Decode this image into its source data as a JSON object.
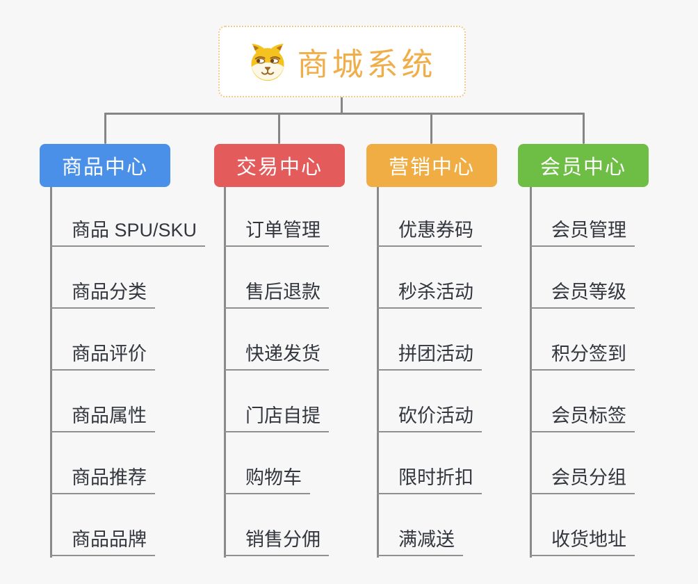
{
  "page": {
    "background_color": "#f7f7f7",
    "connector_color": "#858585"
  },
  "root": {
    "title": "商城系统",
    "icon": "dog-face-icon",
    "text_color": "#f0ae4a",
    "border_color": "#f4c98c"
  },
  "branches": [
    {
      "label": "商品中心",
      "color": "#4b90e8",
      "items": [
        "商品 SPU/SKU",
        "商品分类",
        "商品评价",
        "商品属性",
        "商品推荐",
        "商品品牌"
      ]
    },
    {
      "label": "交易中心",
      "color": "#e45b5b",
      "items": [
        "订单管理",
        "售后退款",
        "快递发货",
        "门店自提",
        "购物车",
        "销售分佣"
      ]
    },
    {
      "label": "营销中心",
      "color": "#efad44",
      "items": [
        "优惠券码",
        "秒杀活动",
        "拼团活动",
        "砍价活动",
        "限时折扣",
        "满减送"
      ]
    },
    {
      "label": "会员中心",
      "color": "#6ebe45",
      "items": [
        "会员管理",
        "会员等级",
        "积分签到",
        "会员标签",
        "会员分组",
        "收货地址"
      ]
    }
  ]
}
